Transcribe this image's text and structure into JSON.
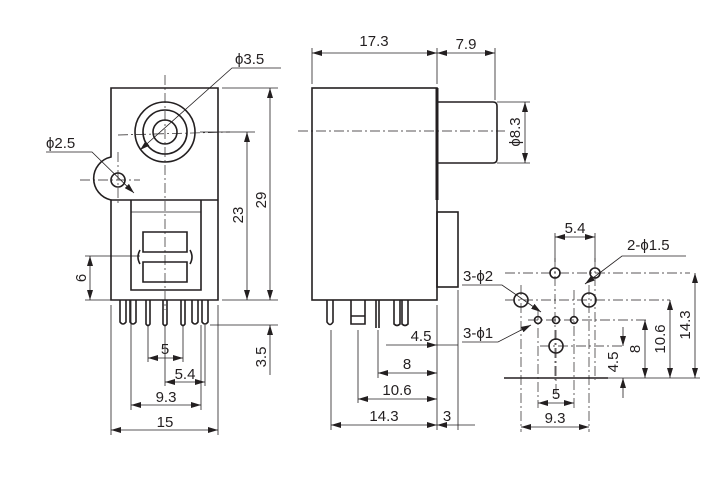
{
  "front_view": {
    "dims": {
      "height_total": "29",
      "height_center": "23",
      "pin_length": "3.5",
      "window": "6",
      "pin_pitch": "5",
      "offset": "5.4",
      "pin_span": "9.3",
      "width": "15"
    },
    "labels": {
      "jack_hole": "ϕ3.5",
      "mount_hole": "ϕ2.5"
    }
  },
  "side_view": {
    "dims": {
      "body_depth": "17.3",
      "nozzle_length": "7.9",
      "nozzle_diameter": "ϕ8.3",
      "pin_a": "4.5",
      "pin_b": "8",
      "pin_c": "10.6",
      "pin_d": "14.3",
      "step": "3"
    }
  },
  "footprint": {
    "labels": {
      "holes_1_5": "2-ϕ1.5",
      "holes_2": "3-ϕ2",
      "holes_1": "3-ϕ1"
    },
    "dims": {
      "top_spacing": "5.4",
      "h1": "14.3",
      "h2": "10.6",
      "h3": "8",
      "h4": "4.5",
      "small_span": "5",
      "large_span": "9.3"
    }
  }
}
